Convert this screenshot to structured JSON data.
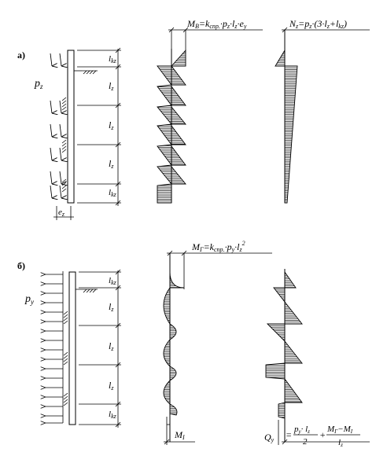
{
  "part_a": {
    "label": "а)",
    "load_symbol": "p",
    "load_sub": "z",
    "ecc_symbol": "e",
    "ecc_sub": "z",
    "moment_formula": {
      "lhs": "M",
      "lhs_sub": "B",
      "text": "=k",
      "k_sub": "спр.",
      "tail": "·p",
      "p_sub": "z",
      "dot_l": "·l",
      "l_sub": "z",
      "dot_e": "·e",
      "e_sub": "y"
    },
    "normal_formula": {
      "lhs": "N",
      "lhs_sub": "z",
      "text": "=p",
      "p_sub": "z",
      "paren": "·(3·l",
      "l_sub": "z",
      "plus": "+l",
      "lk_sub": "kz",
      "close": ")"
    },
    "spans": [
      {
        "sym": "l",
        "sub": "kz"
      },
      {
        "sym": "l",
        "sub": "z"
      },
      {
        "sym": "l",
        "sub": "z"
      },
      {
        "sym": "l",
        "sub": "z"
      },
      {
        "sym": "l",
        "sub": "kz"
      }
    ]
  },
  "part_b": {
    "label": "б)",
    "load_symbol": "p",
    "load_sub": "y",
    "moment_formula": {
      "lhs": "M",
      "lhs_sub": "Г",
      "text": "=k",
      "k_sub": "спр.",
      "tail": "·p",
      "p_sub": "y",
      "dot_l": "·l",
      "l_sub": "z",
      "sup": "2"
    },
    "bottom_moment": {
      "sym": "M",
      "sub": "I"
    },
    "shear_formula": {
      "lhs": "Q",
      "lhs_sub": "y",
      "eq": "=",
      "num1": "p",
      "num1_sub": "y",
      "num1_tail": "· l",
      "num1_tail_sub": "z",
      "den1": "2",
      "plus": "+",
      "num2": "M",
      "num2_sub": "Г",
      "num2_minus": "−M",
      "num2_sub2": "I",
      "den2": "l",
      "den2_sub": "z"
    },
    "spans": [
      {
        "sym": "l",
        "sub": "kz"
      },
      {
        "sym": "l",
        "sub": "z"
      },
      {
        "sym": "l",
        "sub": "z"
      },
      {
        "sym": "l",
        "sub": "z"
      },
      {
        "sym": "l",
        "sub": "kz"
      }
    ]
  }
}
